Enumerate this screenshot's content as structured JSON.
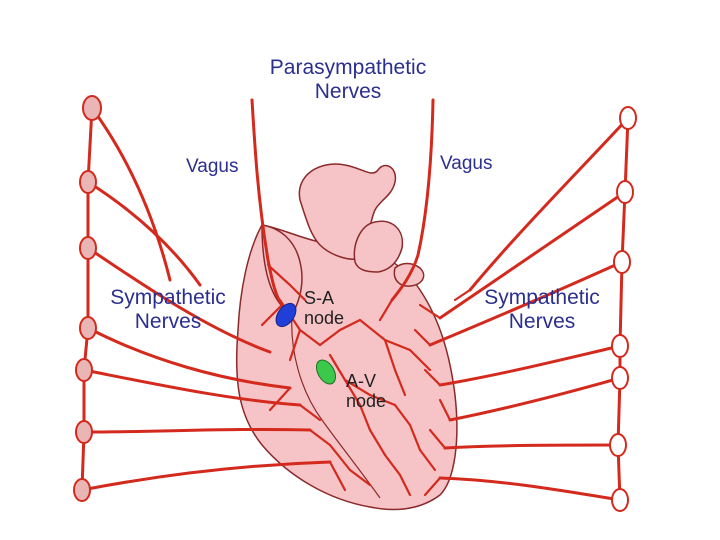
{
  "labels": {
    "parasympathetic_line1": "Parasympathetic",
    "parasympathetic_line2": "Nerves",
    "vagus_left": "Vagus",
    "vagus_right": "Vagus",
    "sympathetic_left_line1": "Sympathetic",
    "sympathetic_left_line2": "Nerves",
    "sympathetic_right_line1": "Sympathetic",
    "sympathetic_right_line2": "Nerves",
    "sa_node_line1": "S-A",
    "sa_node_line2": "node",
    "av_node_line1": "A-V",
    "av_node_line2": "node"
  },
  "colors": {
    "nerve": "#d42a1e",
    "heart_fill": "#f6c3c6",
    "heart_outline": "#8a2a2a",
    "ganglion_left_fill": "#e9b5b5",
    "ganglion_right_fill": "#ffffff",
    "sa_node": "#1f3fd8",
    "av_node": "#3cc84a",
    "label_text": "#2b2f8e"
  }
}
